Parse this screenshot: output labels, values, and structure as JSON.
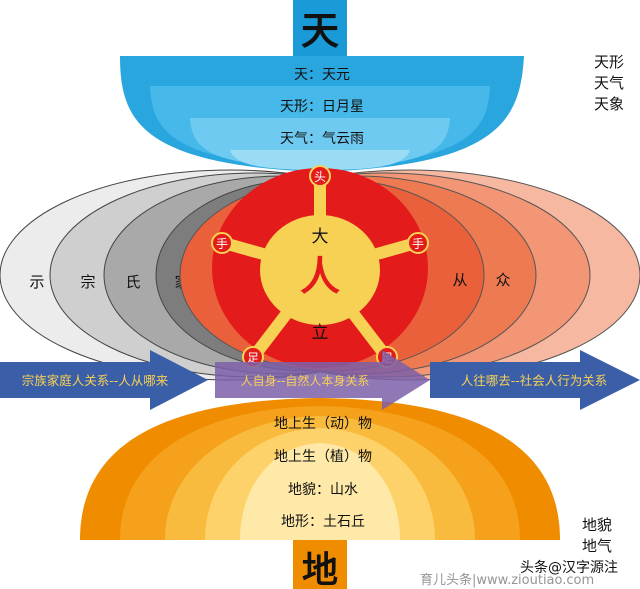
{
  "heaven": {
    "title": "天",
    "levels": [
      "天：天元",
      "天形：日月星",
      "天气：气云雨"
    ],
    "side_labels": [
      "天形",
      "天气",
      "天象"
    ]
  },
  "earth": {
    "title": "地",
    "levels": [
      "地上生（动）物",
      "地上生（植）物",
      "地貌：山水",
      "地形：土石丘"
    ],
    "side_labels": [
      "地貌",
      "地气"
    ]
  },
  "clan_ellipses": [
    "示",
    "宗",
    "氏",
    "家"
  ],
  "social_ellipses": [
    "从",
    "众"
  ],
  "person": {
    "center": "人",
    "top": "大",
    "bottom": "立",
    "head": "头",
    "left_hand": "手",
    "right_hand": "手",
    "left_foot": "足",
    "right_foot": "足"
  },
  "arrows": {
    "left": "宗族家庭人关系--人从哪来",
    "middle": "人自身--自然人本身关系",
    "right": "人往哪去--社会人行为关系"
  },
  "watermark": {
    "author": "头条@汉字源注",
    "site": "育儿头条|www.zioutiao.com"
  },
  "colors": {
    "heaven_dark": "#1a9ad6",
    "heaven_light": "#8fd6f4",
    "earth_dark": "#f08c00",
    "earth_light": "#ffe9a8",
    "person_red": "#e41b1b",
    "person_yellow": "#f7d154",
    "arrow_blue": "#3b5ea8"
  }
}
